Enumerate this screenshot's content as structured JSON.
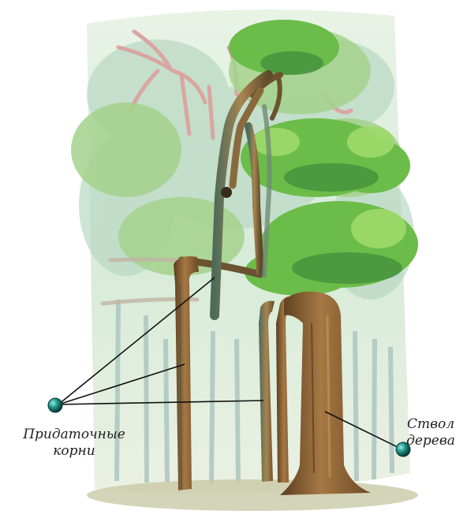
{
  "labels": {
    "adventitious_roots": {
      "line1": "Придаточные",
      "line2": "корни"
    },
    "tree_trunk": {
      "line1": "Ствол",
      "line2": "дерева"
    }
  },
  "colors": {
    "background": "#ffffff",
    "foliage_light": "#cfe8c0",
    "foliage_green": "#6cbc4a",
    "foliage_dark": "#3e8a3a",
    "trunk_brown": "#9a6e3c",
    "trunk_dark": "#5a3c1e",
    "dead_branches": "#d9a6a0",
    "marker_teal": "#1f8f86",
    "leader_line": "#111111",
    "ground": "#c9c9a6"
  }
}
